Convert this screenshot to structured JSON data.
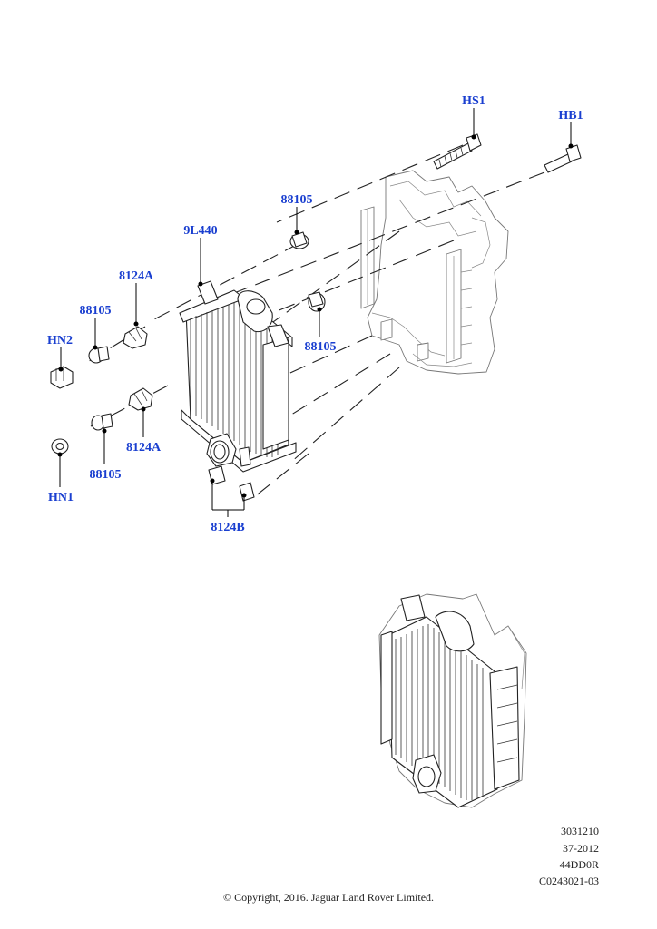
{
  "callouts": {
    "hs1": "HS1",
    "hb1": "HB1",
    "p88105_top": "88105",
    "p9l440": "9L440",
    "p8124a_top": "8124A",
    "p88105_left": "88105",
    "hn2": "HN2",
    "p88105_right": "88105",
    "p8124a_bottom": "8124A",
    "p88105_bottom": "88105",
    "hn1": "HN1",
    "p8124b": "8124B"
  },
  "reference": {
    "line1": "3031210",
    "line2": "37-2012",
    "line3": "44DD0R",
    "line4": "C0243021-03"
  },
  "copyright": "© Copyright, 2016. Jaguar Land Rover Limited.",
  "colors": {
    "callout": "#1a3fd0",
    "line": "#222222"
  }
}
